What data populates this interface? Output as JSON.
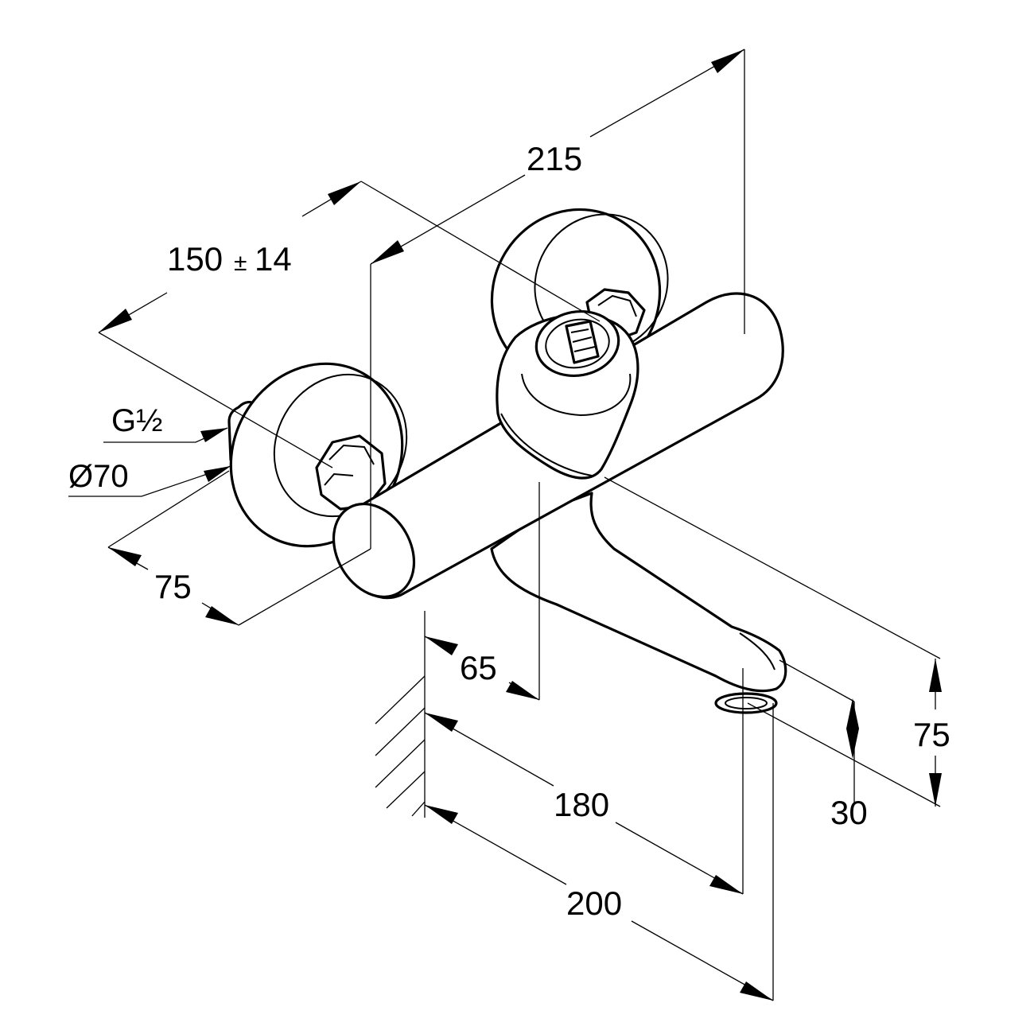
{
  "dimensions": {
    "overall_length": "215",
    "connection_spacing": "150",
    "spacing_tolerance_sign": "±",
    "spacing_tolerance": "14",
    "rosette_projection": "75",
    "spout_offset": "65",
    "spout_reach": "180",
    "total_reach": "200",
    "spout_height": "30",
    "body_height": "75"
  },
  "callouts": {
    "thread": "G½",
    "diameter": "Ø70"
  }
}
